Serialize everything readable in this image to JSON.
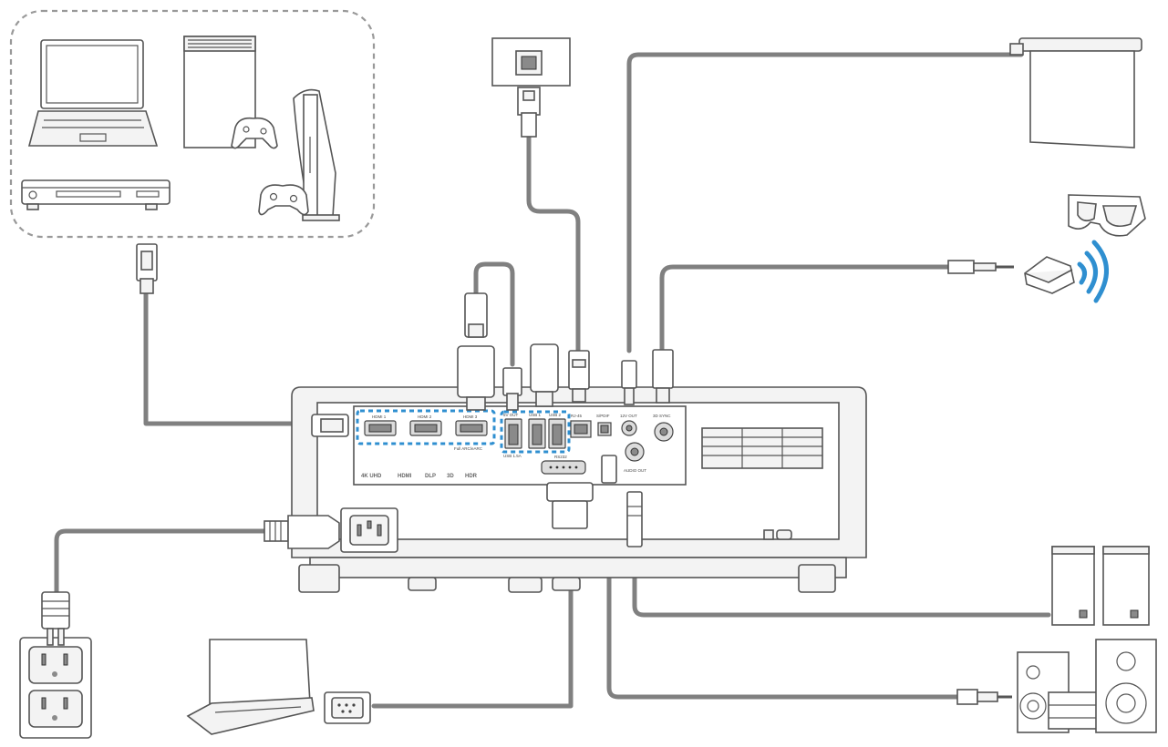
{
  "projector_panel": {
    "ports": {
      "hdmi1": "HDMI 1",
      "hdmi2": "HDMI 2",
      "hdmi3": "HDMI 3",
      "hdmi3_sub": "Full ARC/eARC",
      "usb_out": "5V OUT",
      "usb_power": "USB 1.5A",
      "usb1": "USB 1",
      "usb2": "USB 2",
      "lan": "RJ-45",
      "rs232": "RS-232",
      "sync": "12V OUT",
      "audio_out": "AUDIO OUT",
      "spdif": "S/PDIF",
      "rs232_label": "RS232",
      "3d_sync": "3D SYNC"
    },
    "logos": [
      "4K UHD",
      "HDMI",
      "DLP",
      "3D",
      "HDR"
    ]
  },
  "colors": {
    "cable": "#808080",
    "outline": "#555555",
    "highlight": "#2f8fd0"
  }
}
